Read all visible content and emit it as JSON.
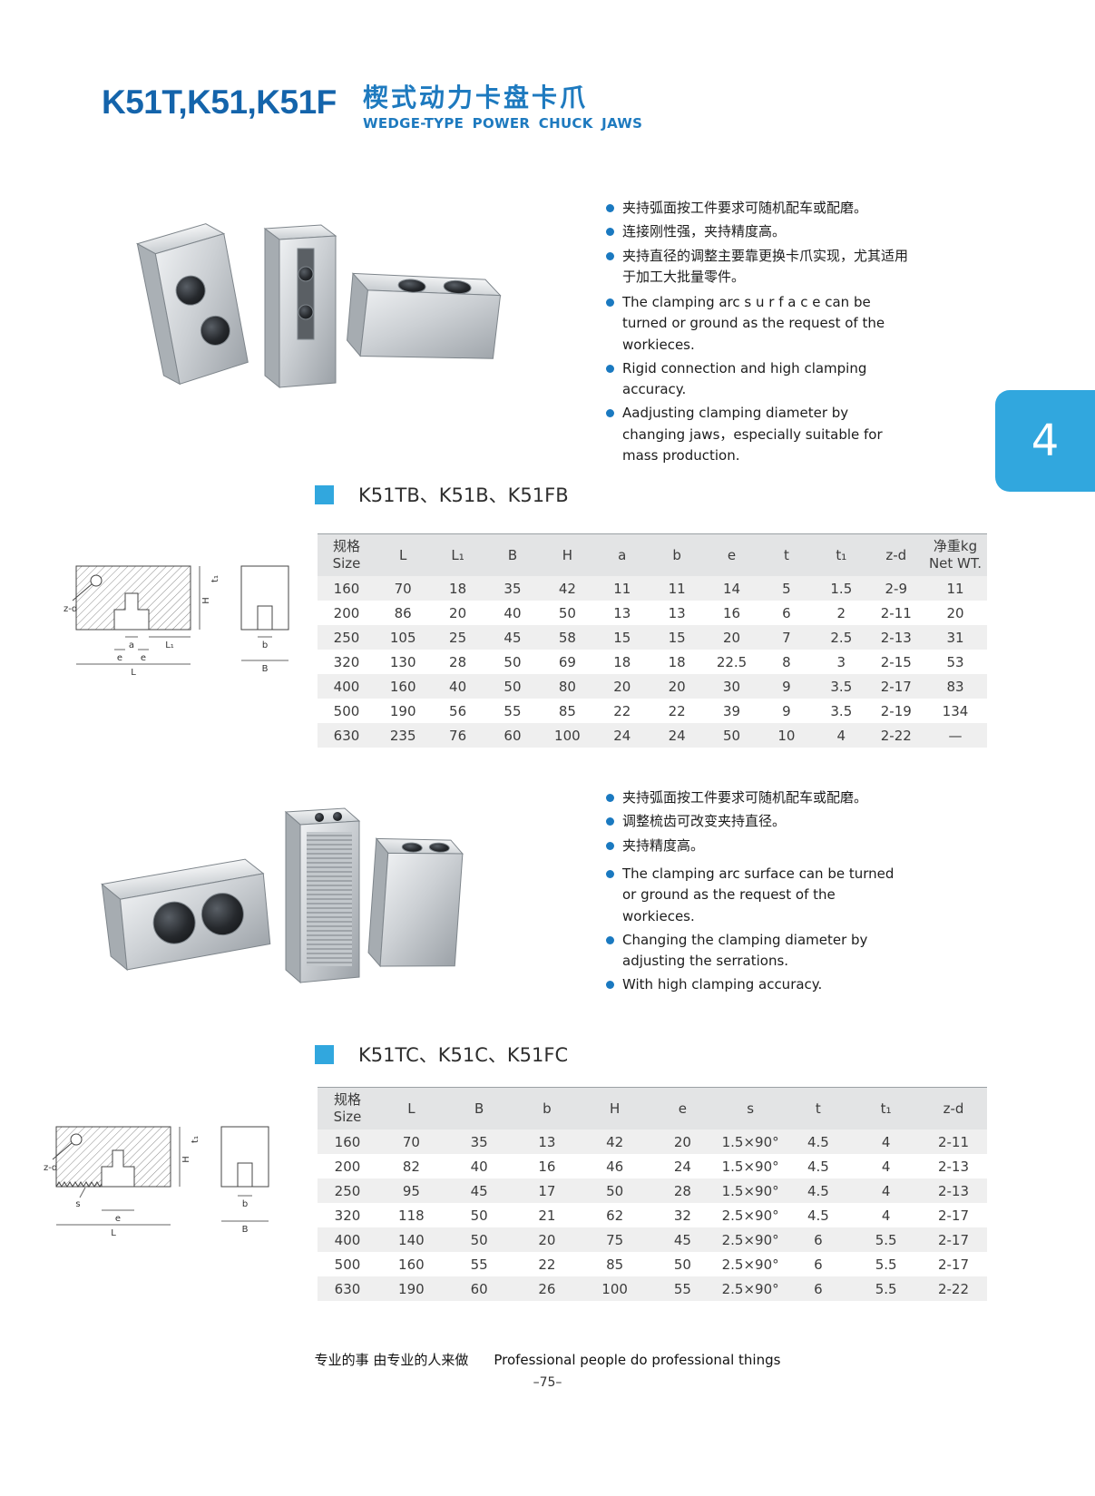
{
  "colors": {
    "brand_blue": "#1464ab",
    "title_blue": "#1e7abf",
    "accent_cyan": "#31a7de",
    "bullet_blue": "#1a79c0"
  },
  "page": {
    "title_model": "K51T,K51,K51F",
    "title_cn": "楔式动力卡盘卡爪",
    "title_en": "WEDGE-TYPE POWER CHUCK JAWS",
    "chapter_tab": "4",
    "footer_cn": "专业的事  由专业的人来做",
    "footer_en": "Professional people do professional things",
    "page_number": "–75–"
  },
  "section1": {
    "heading": "K51TB、K51B、K51FB",
    "bullets_cn": [
      "夹持弧面按工件要求可随机配车或配磨。",
      "连接刚性强，夹持精度高。",
      "夹持直径的调整主要靠更换卡爪实现，尤其适用于加工大批量零件。"
    ],
    "bullets_en": [
      "The clamping arc s u r f a c e can be turned or ground as the request of the workieces.",
      "Rigid connection and high clamping accuracy.",
      "Aadjusting clamping diameter by changing jaws，especially suitable for mass production."
    ],
    "table": {
      "headers": [
        "规格\nSize",
        "L",
        "L₁",
        "B",
        "H",
        "a",
        "b",
        "e",
        "t",
        "t₁",
        "z-d",
        "净重kg\nNet WT."
      ],
      "rows": [
        [
          "160",
          "70",
          "18",
          "35",
          "42",
          "11",
          "11",
          "14",
          "5",
          "1.5",
          "2-9",
          "11"
        ],
        [
          "200",
          "86",
          "20",
          "40",
          "50",
          "13",
          "13",
          "16",
          "6",
          "2",
          "2-11",
          "20"
        ],
        [
          "250",
          "105",
          "25",
          "45",
          "58",
          "15",
          "15",
          "20",
          "7",
          "2.5",
          "2-13",
          "31"
        ],
        [
          "320",
          "130",
          "28",
          "50",
          "69",
          "18",
          "18",
          "22.5",
          "8",
          "3",
          "2-15",
          "53"
        ],
        [
          "400",
          "160",
          "40",
          "50",
          "80",
          "20",
          "20",
          "30",
          "9",
          "3.5",
          "2-17",
          "83"
        ],
        [
          "500",
          "190",
          "56",
          "55",
          "85",
          "22",
          "22",
          "39",
          "9",
          "3.5",
          "2-19",
          "134"
        ],
        [
          "630",
          "235",
          "76",
          "60",
          "100",
          "24",
          "24",
          "50",
          "10",
          "4",
          "2-22",
          "—"
        ]
      ]
    }
  },
  "section2": {
    "heading": "K51TC、K51C、K51FC",
    "bullets_cn": [
      "夹持弧面按工件要求可随机配车或配磨。",
      "调整梳齿可改变夹持直径。",
      "夹持精度高。"
    ],
    "bullets_en": [
      "The clamping arc surface can be turned or ground as the request of the workieces.",
      "Changing the clamping diameter by adjusting the serrations.",
      "With high clamping accuracy."
    ],
    "table": {
      "headers": [
        "规格\nSize",
        "L",
        "B",
        "b",
        "H",
        "e",
        "s",
        "t",
        "t₁",
        "z-d"
      ],
      "rows": [
        [
          "160",
          "70",
          "35",
          "13",
          "42",
          "20",
          "1.5×90°",
          "4.5",
          "4",
          "2-11"
        ],
        [
          "200",
          "82",
          "40",
          "16",
          "46",
          "24",
          "1.5×90°",
          "4.5",
          "4",
          "2-13"
        ],
        [
          "250",
          "95",
          "45",
          "17",
          "50",
          "28",
          "1.5×90°",
          "4.5",
          "4",
          "2-13"
        ],
        [
          "320",
          "118",
          "50",
          "21",
          "62",
          "32",
          "2.5×90°",
          "4.5",
          "4",
          "2-17"
        ],
        [
          "400",
          "140",
          "50",
          "20",
          "75",
          "45",
          "2.5×90°",
          "6",
          "5.5",
          "2-17"
        ],
        [
          "500",
          "160",
          "55",
          "22",
          "85",
          "50",
          "2.5×90°",
          "6",
          "5.5",
          "2-17"
        ],
        [
          "630",
          "190",
          "60",
          "26",
          "100",
          "55",
          "2.5×90°",
          "6",
          "5.5",
          "2-22"
        ]
      ]
    }
  },
  "drawing1": {
    "labels": {
      "zd": "z-d",
      "a": "a",
      "e": "e",
      "l1": "L₁",
      "l": "L",
      "h": "H",
      "t1": "t₁",
      "b": "b",
      "B": "B"
    }
  },
  "drawing2": {
    "labels": {
      "zd": "z-d",
      "s": "s",
      "e": "e",
      "l": "L",
      "h": "H",
      "t1": "t₁",
      "b": "b",
      "B": "B"
    }
  }
}
